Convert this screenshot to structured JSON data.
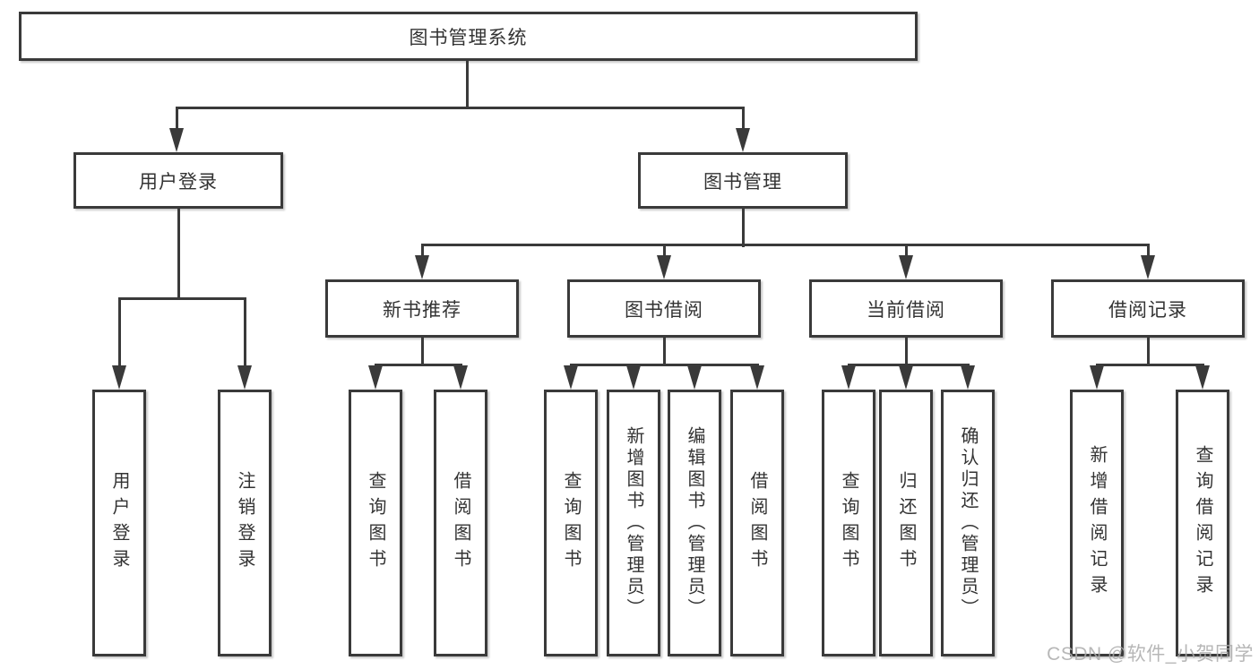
{
  "colors": {
    "line": "#3a3a3a",
    "box_border": "#3a3a3a",
    "text": "#333333",
    "background": "#ffffff",
    "watermark": "#ababab"
  },
  "watermark": {
    "text": "CSDN @软件_小贺同学"
  },
  "tree": {
    "label": "图书管理系统",
    "children": [
      {
        "label": "用户登录",
        "children": [
          {
            "label": "用户登录"
          },
          {
            "label": "注销登录"
          }
        ]
      },
      {
        "label": "图书管理",
        "children": [
          {
            "label": "新书推荐",
            "children": [
              {
                "label": "查询图书"
              },
              {
                "label": "借阅图书"
              }
            ]
          },
          {
            "label": "图书借阅",
            "children": [
              {
                "label": "查询图书"
              },
              {
                "label": "新增图书（管理员）"
              },
              {
                "label": "编辑图书（管理员）"
              },
              {
                "label": "借阅图书"
              }
            ]
          },
          {
            "label": "当前借阅",
            "children": [
              {
                "label": "查询图书"
              },
              {
                "label": "归还图书"
              },
              {
                "label": "确认归还（管理员）"
              }
            ]
          },
          {
            "label": "借阅记录",
            "children": [
              {
                "label": "新增借阅记录"
              },
              {
                "label": "查询借阅记录"
              }
            ]
          }
        ]
      }
    ]
  }
}
